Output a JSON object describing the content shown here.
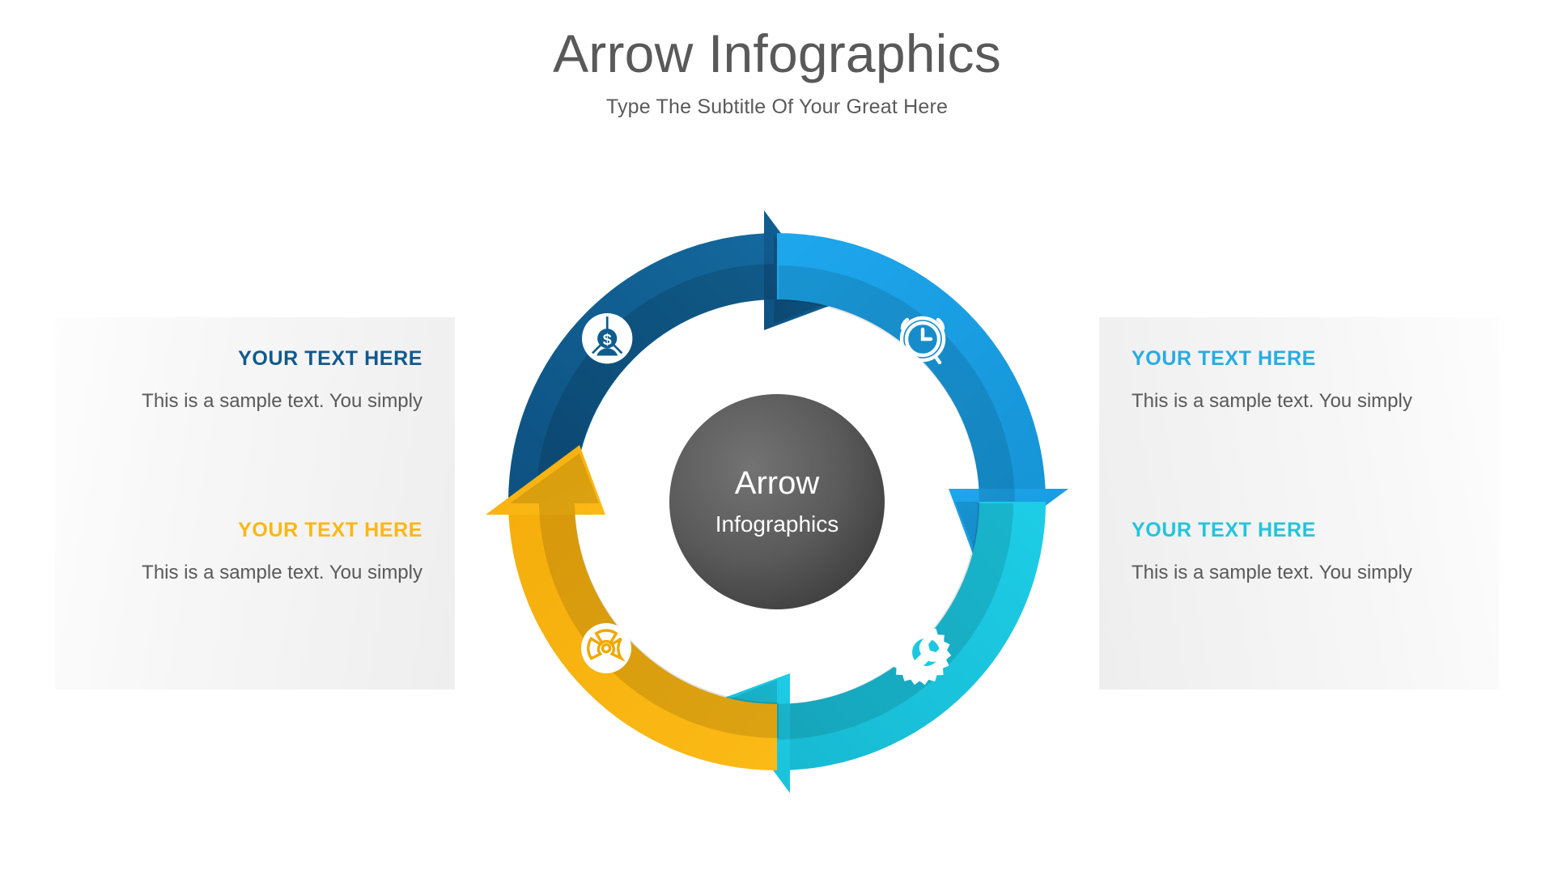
{
  "header": {
    "title": "Arrow Infographics",
    "subtitle": "Type The Subtitle Of Your Great Here"
  },
  "center": {
    "line1": "Arrow",
    "line2": "Infographics",
    "fill_from": "#6b6b6b",
    "fill_to": "#3d3d3d"
  },
  "palette": {
    "dark_blue": "#0F5C8E",
    "dark_blue_shade": "#0C4D78",
    "bright_blue": "#1BA1E8",
    "bright_blue_shade": "#1587C6",
    "cyan": "#1BC8E0",
    "cyan_shade": "#16AEC3",
    "yellow": "#FBB713",
    "yellow_shade": "#DB9D0B",
    "body_text": "#595959",
    "heading_gray": "#595959"
  },
  "panels": {
    "left": {
      "blocks": [
        {
          "title": "YOUR TEXT HERE",
          "body": "This is a sample text. You simply",
          "color": "#11598C",
          "icon": "money-icon"
        },
        {
          "title": "YOUR TEXT HERE",
          "body": "This is a sample text. You simply",
          "color": "#FBB713",
          "icon": "radiation-icon"
        }
      ]
    },
    "right": {
      "blocks": [
        {
          "title": "YOUR TEXT HERE",
          "body": "This is a sample text. You simply",
          "color": "#29ABE2",
          "icon": "alarm-clock-icon"
        },
        {
          "title": "YOUR TEXT HERE",
          "body": "This is a sample text. You simply",
          "color": "#22C4DC",
          "icon": "wrench-gear-icon"
        }
      ]
    },
    "segments": [
      {
        "name": "segment-dark-blue",
        "icon": "money-icon",
        "color": "#0F5C8E"
      },
      {
        "name": "segment-bright-blue",
        "icon": "alarm-clock-icon",
        "color": "#1BA1E8"
      },
      {
        "name": "segment-cyan",
        "icon": "wrench-gear-icon",
        "color": "#1BC8E0"
      },
      {
        "name": "segment-yellow",
        "icon": "radiation-icon",
        "color": "#FBB713"
      }
    ]
  }
}
